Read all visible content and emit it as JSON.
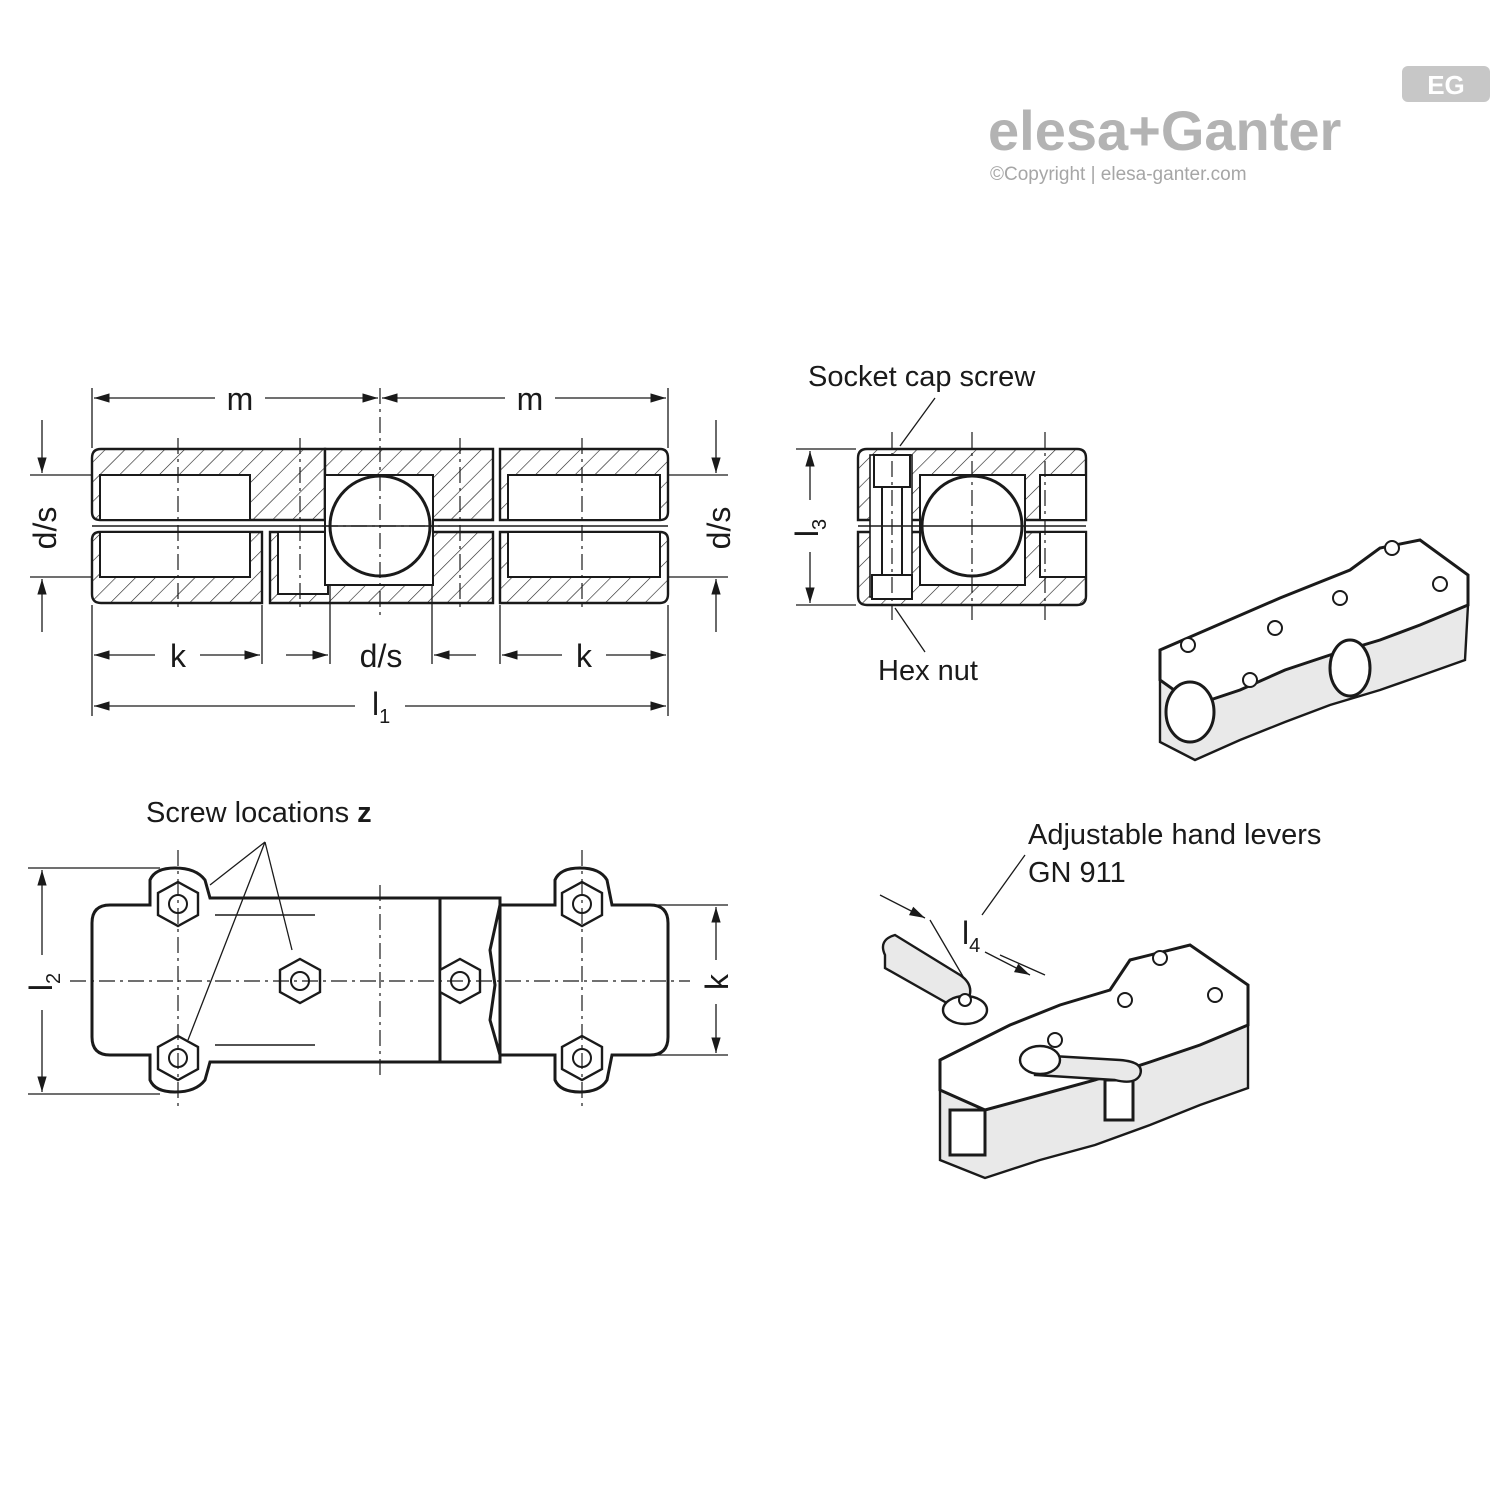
{
  "logo": {
    "brand": "elesa+Ganter",
    "badge": "EG",
    "copyright": "©Copyright | elesa-ganter.com"
  },
  "front_view": {
    "dim_m_left": "m",
    "dim_m_right": "m",
    "dim_ds_left": "d/s",
    "dim_ds_right": "d/s",
    "dim_k_left": "k",
    "dim_k_right": "k",
    "dim_ds_bottom": "d/s",
    "dim_l1": "l",
    "dim_l1_sub": "1"
  },
  "side_view": {
    "label_screw": "Socket cap screw",
    "label_nut": "Hex nut",
    "dim_l3": "l",
    "dim_l3_sub": "3"
  },
  "top_view": {
    "label_screws": "Screw locations ",
    "label_screws_bold": "z",
    "dim_l2": "l",
    "dim_l2_sub": "2",
    "dim_k": "k"
  },
  "lever_view": {
    "label_levers_line1": "Adjustable hand levers",
    "label_levers_line2": "GN 911",
    "dim_l4": "l",
    "dim_l4_sub": "4"
  }
}
